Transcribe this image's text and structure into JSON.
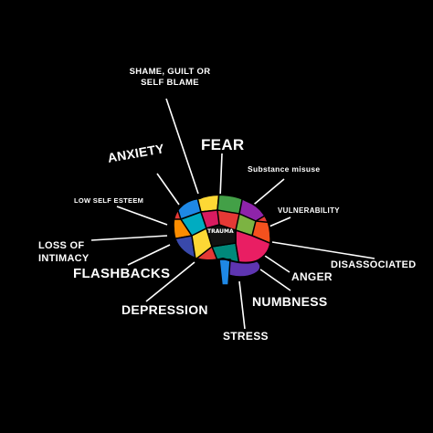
{
  "labels": {
    "shame": "SHAME, GUILT OR",
    "shame_line2": "SELF BLAME",
    "fear": "FEAR",
    "anxiety": "ANXIETY",
    "substance": "Substance misuse",
    "low_self_esteem": "LOW SELF ESTEEM",
    "vulnerability": "VULNERABILITY",
    "loss_of_intimacy": "LOSS OF",
    "loss_of_intimacy_line2": "INTIMACY",
    "disassociated": "DISASSOCIATED",
    "flashbacks": "FLASHBACKS",
    "anger": "ANGER",
    "numbness": "NUMBNESS",
    "depression": "DEPRESSION",
    "stress": "STRESS"
  },
  "center_label": "TRAUMA",
  "colors": {
    "background": "#000000",
    "text": "#ffffff",
    "brain_fill": [
      "#e53935",
      "#1e88e5",
      "#43a047",
      "#fdd835",
      "#8e24aa",
      "#fb8c00",
      "#00acc1",
      "#d81b60",
      "#7cb342",
      "#3949ab",
      "#f4511e",
      "#00897b"
    ]
  }
}
